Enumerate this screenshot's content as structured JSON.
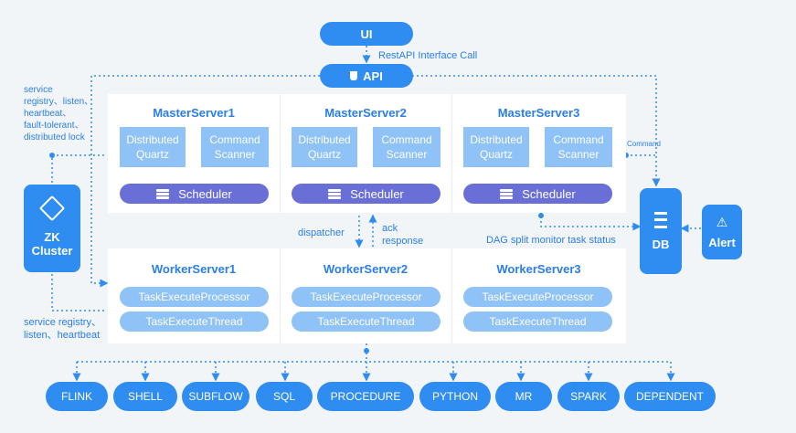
{
  "ui": "UI",
  "api": "API",
  "rest_note": "RestAPI Interface Call",
  "masters": [
    {
      "title": "MasterServer1",
      "quartz": "Distributed\nQuartz",
      "scanner": "Command\nScanner",
      "scheduler": "Scheduler"
    },
    {
      "title": "MasterServer2",
      "quartz": "Distributed\nQuartz",
      "scanner": "Command\nScanner",
      "scheduler": "Scheduler"
    },
    {
      "title": "MasterServer3",
      "quartz": "Distributed\nQuartz",
      "scanner": "Command\nScanner",
      "scheduler": "Scheduler"
    }
  ],
  "workers": [
    {
      "title": "WorkerServer1",
      "processor": "TaskExecuteProcessor",
      "thread": "TaskExecuteThread"
    },
    {
      "title": "WorkerServer2",
      "processor": "TaskExecuteProcessor",
      "thread": "TaskExecuteThread"
    },
    {
      "title": "WorkerServer3",
      "processor": "TaskExecuteProcessor",
      "thread": "TaskExecuteThread"
    }
  ],
  "zk": {
    "line1": "ZK",
    "line2": "Cluster"
  },
  "db": "DB",
  "alert": "Alert",
  "notes": {
    "zk_top": "service\nregistry、listen、\nheartbeat、\nfault-tolerant、\ndistributed lock",
    "zk_bottom": "service registry、\nlisten、heartbeat",
    "command": "Command",
    "dispatcher": "dispatcher",
    "ack": "ack\nresponse",
    "dag": "DAG split monitor task status"
  },
  "tasks": [
    "FLINK",
    "SHELL",
    "SUBFLOW",
    "SQL",
    "PROCEDURE",
    "PYTHON",
    "MR",
    "SPARK",
    "DEPENDENT"
  ],
  "colors": {
    "primary": "#2f8cf0",
    "light_box": "#8fc2f6",
    "scheduler": "#6a6fd8",
    "background": "#f2f5f8",
    "title": "#2a7ee8"
  }
}
